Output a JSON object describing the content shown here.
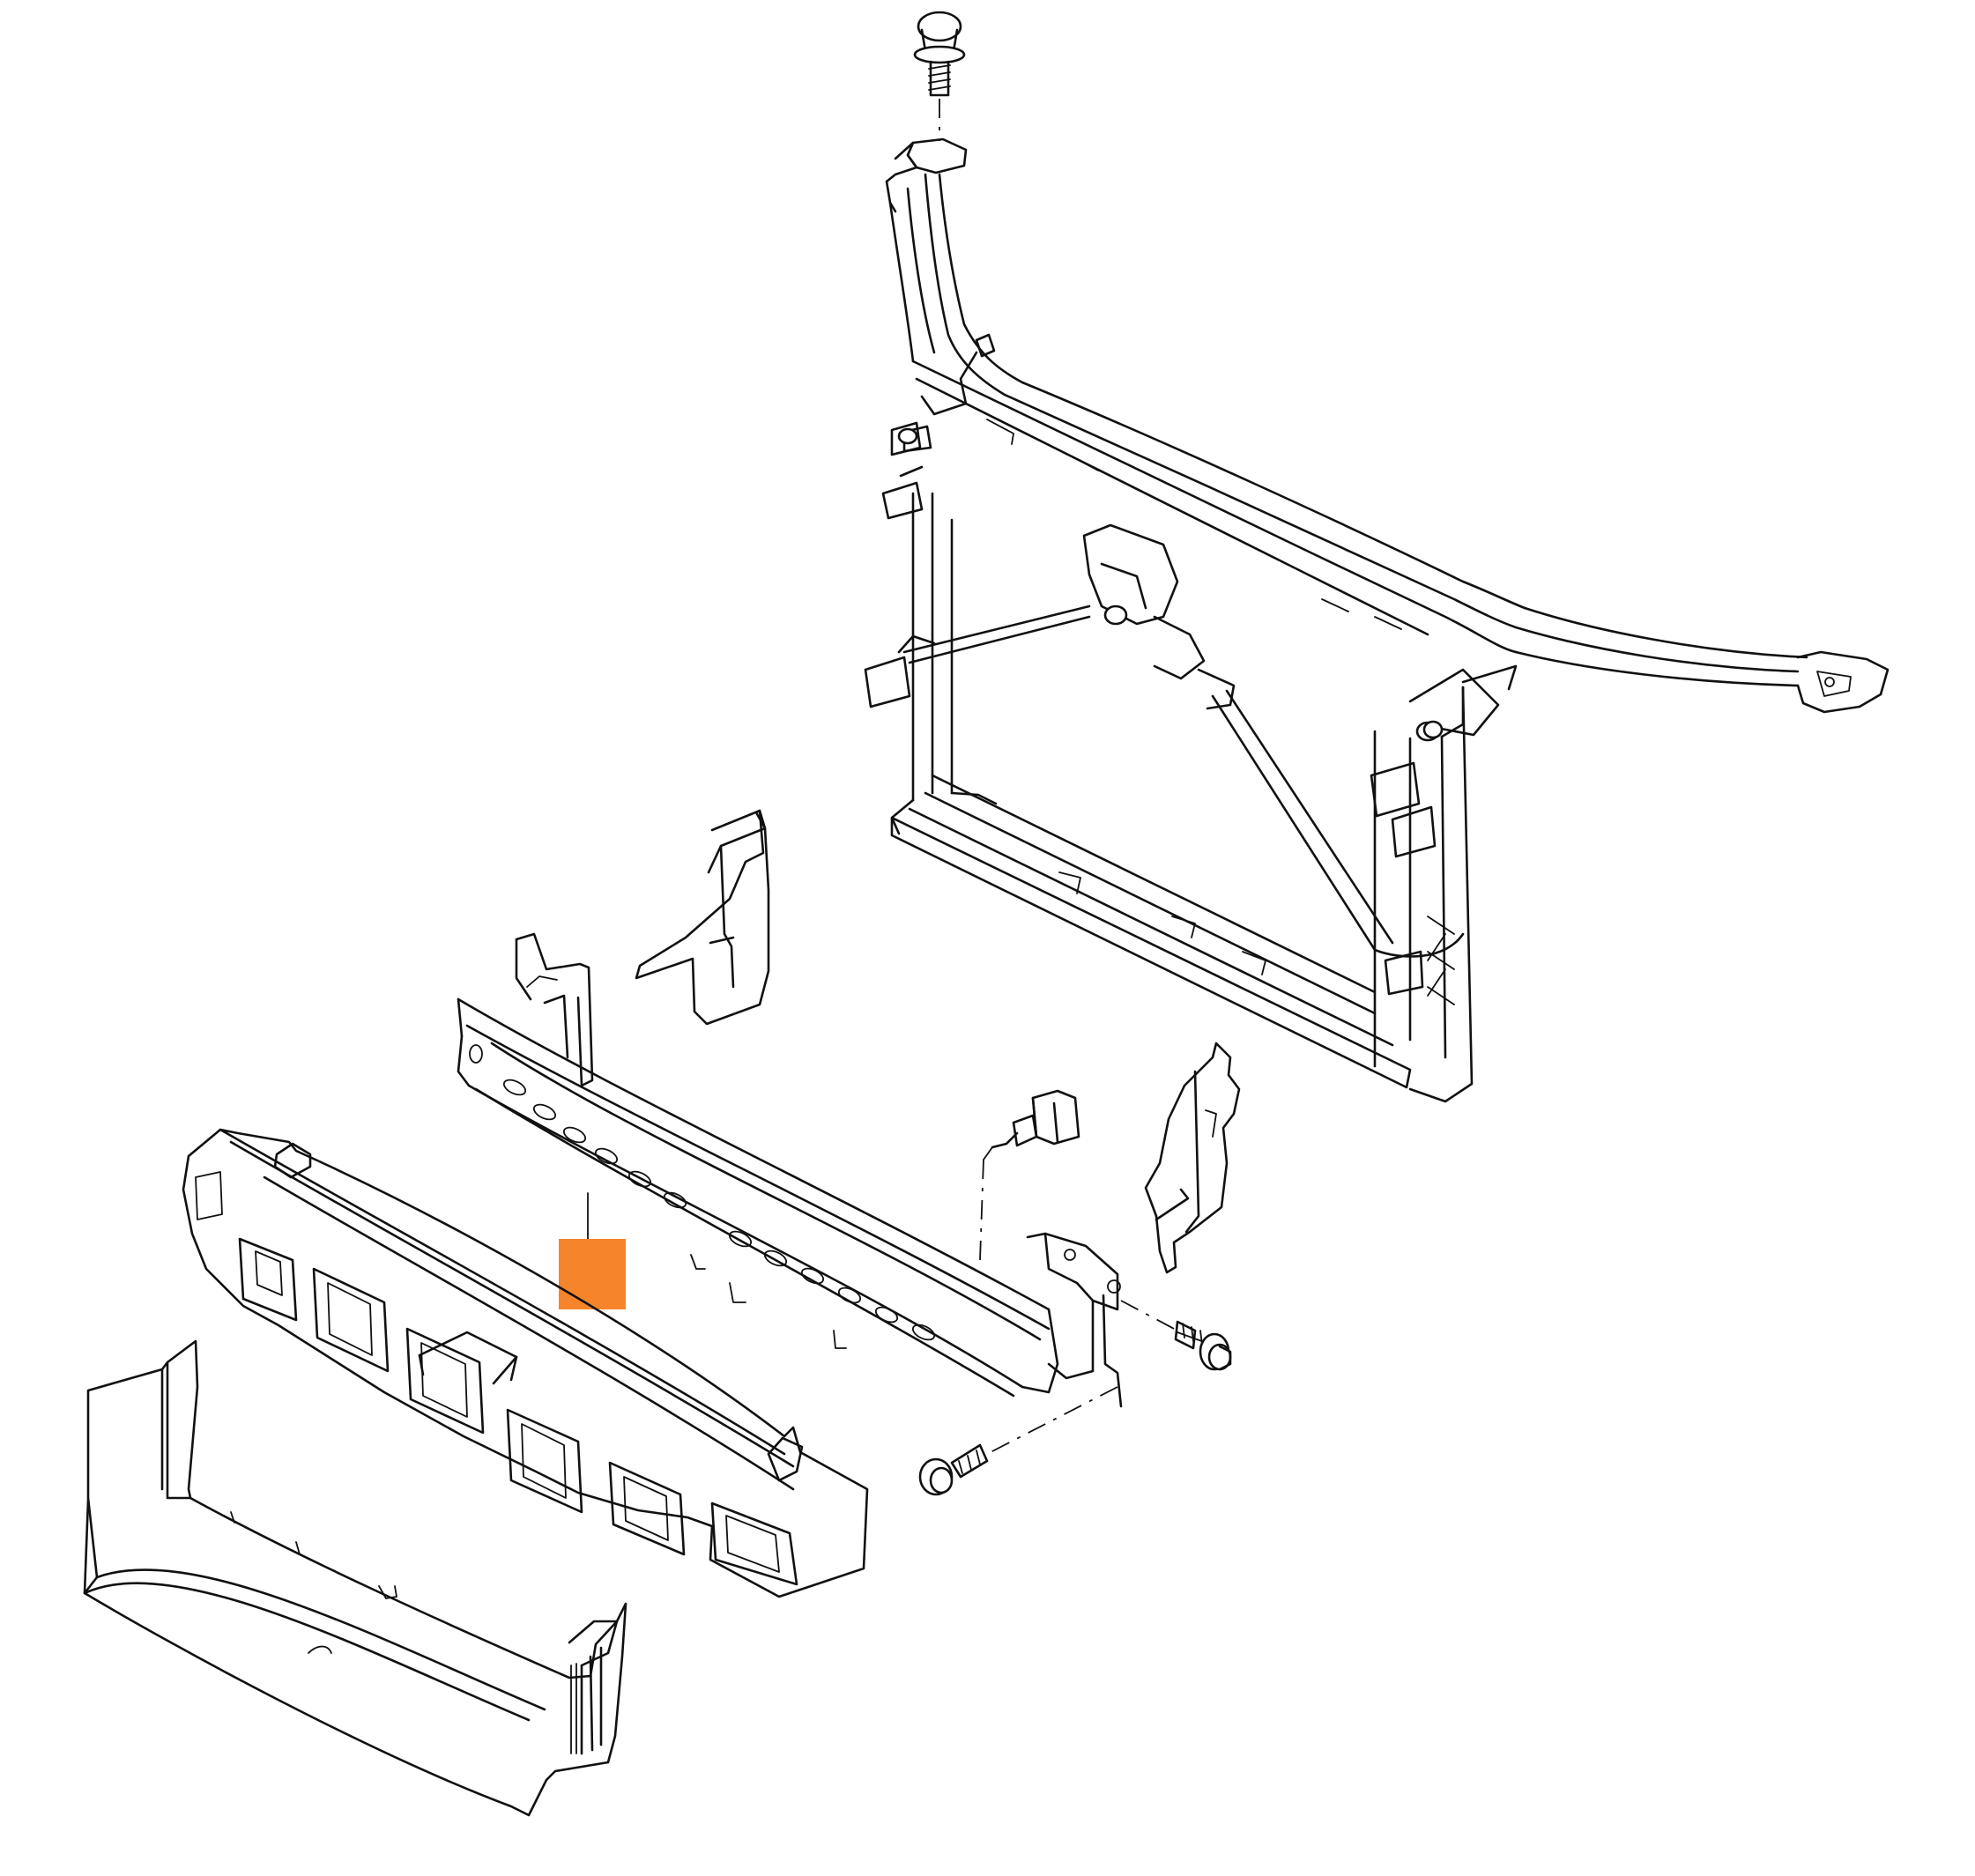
{
  "diagram": {
    "parts": [
      {
        "id": "top-screw",
        "icon": "screw-icon"
      },
      {
        "id": "radiator-support-frame",
        "icon": "frame-icon"
      },
      {
        "id": "left-bracket",
        "icon": "bracket-icon"
      },
      {
        "id": "right-bracket",
        "icon": "bracket-icon"
      },
      {
        "id": "bumper-reinforcement-beam",
        "icon": "beam-icon"
      },
      {
        "id": "sensor-connector",
        "icon": "connector-icon"
      },
      {
        "id": "side-bolt",
        "icon": "bolt-icon"
      },
      {
        "id": "lower-bolt",
        "icon": "bolt-icon"
      },
      {
        "id": "energy-absorber",
        "icon": "absorber-icon"
      },
      {
        "id": "air-guide-panel",
        "icon": "panel-icon"
      }
    ],
    "callout_color": "#f6842a",
    "line_color": "#111111",
    "background": "#ffffff"
  }
}
